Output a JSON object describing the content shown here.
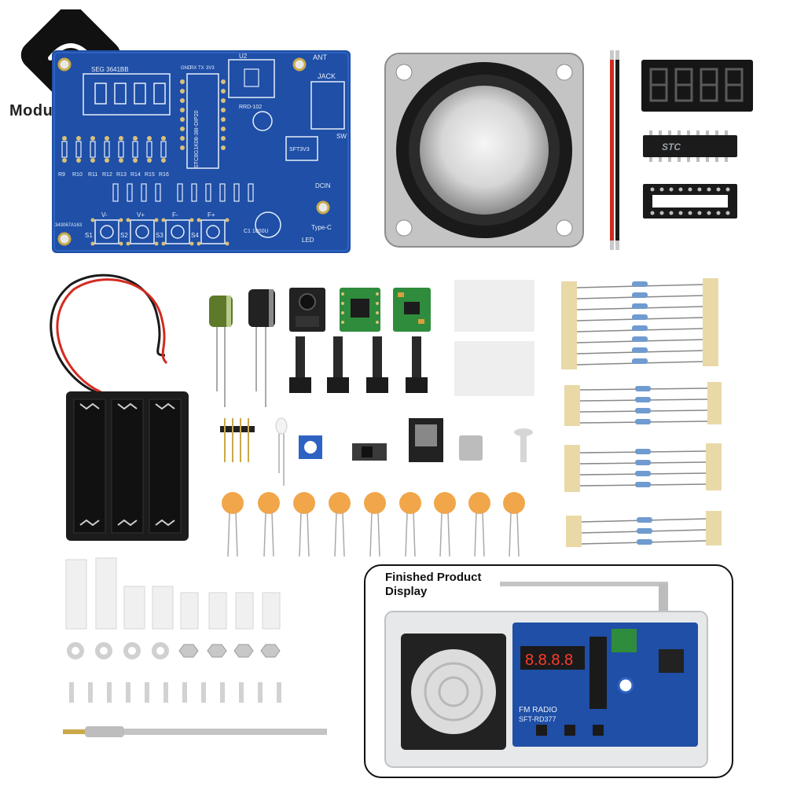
{
  "brand": {
    "logo_text": "ModuleLive",
    "name": "ModuleLive"
  },
  "pcb": {
    "silkscreen": {
      "display_label": "SEG 3641BB",
      "mcu_label": "STC8G1K08-38I-DIP20",
      "u1_label": "SFT3V3",
      "rda_label": "RRD-102",
      "antenna_label": "ANT",
      "jack_label": "JACK",
      "switch_label": "SW",
      "dc_label": "DCIN",
      "usb_label": "Type-C",
      "led_label": "LED",
      "cap_label": "C1 1000U",
      "board_id": "343067A163",
      "buttons": [
        "S1",
        "S2",
        "S3",
        "S4"
      ],
      "button_tags": [
        "V-",
        "V+",
        "F-",
        "F+"
      ],
      "resistor_row": [
        "R9",
        "R10",
        "R11",
        "R12",
        "R13",
        "R14",
        "R15",
        "R16"
      ],
      "headers": [
        "GND",
        "RX",
        "TX",
        "3V3"
      ]
    }
  },
  "chip": {
    "brand": "STC"
  },
  "finished": {
    "title": "Finished Product\nDisplay",
    "panel_text": "FM RADIO",
    "panel_subtext": "SFT-RD377",
    "display_value": "8.8.8.8"
  }
}
